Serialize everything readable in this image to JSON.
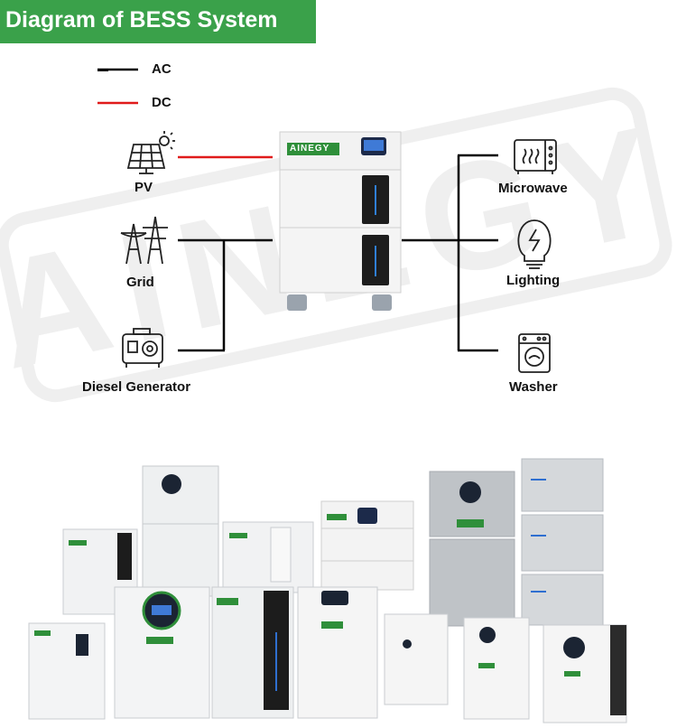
{
  "title": "Diagram of BESS System",
  "legend": [
    {
      "label": "AC",
      "color": "#000000"
    },
    {
      "label": "DC",
      "color": "#e01b1b"
    }
  ],
  "brand": "AINEGY",
  "sources": [
    {
      "label": "PV",
      "icon": "solar-panel-icon",
      "link": "DC"
    },
    {
      "label": "Grid",
      "icon": "power-tower-icon",
      "link": "AC"
    },
    {
      "label": "Diesel Generator",
      "icon": "generator-icon",
      "link": "AC"
    }
  ],
  "loads": [
    {
      "label": "Microwave",
      "icon": "microwave-icon"
    },
    {
      "label": "Lighting",
      "icon": "light-bulb-icon"
    },
    {
      "label": "Washer",
      "icon": "washer-icon"
    }
  ],
  "colors": {
    "banner": "#3aa14a",
    "ac_line": "#000000",
    "dc_line": "#e01b1b",
    "brand_green": "#2f8f3a"
  }
}
